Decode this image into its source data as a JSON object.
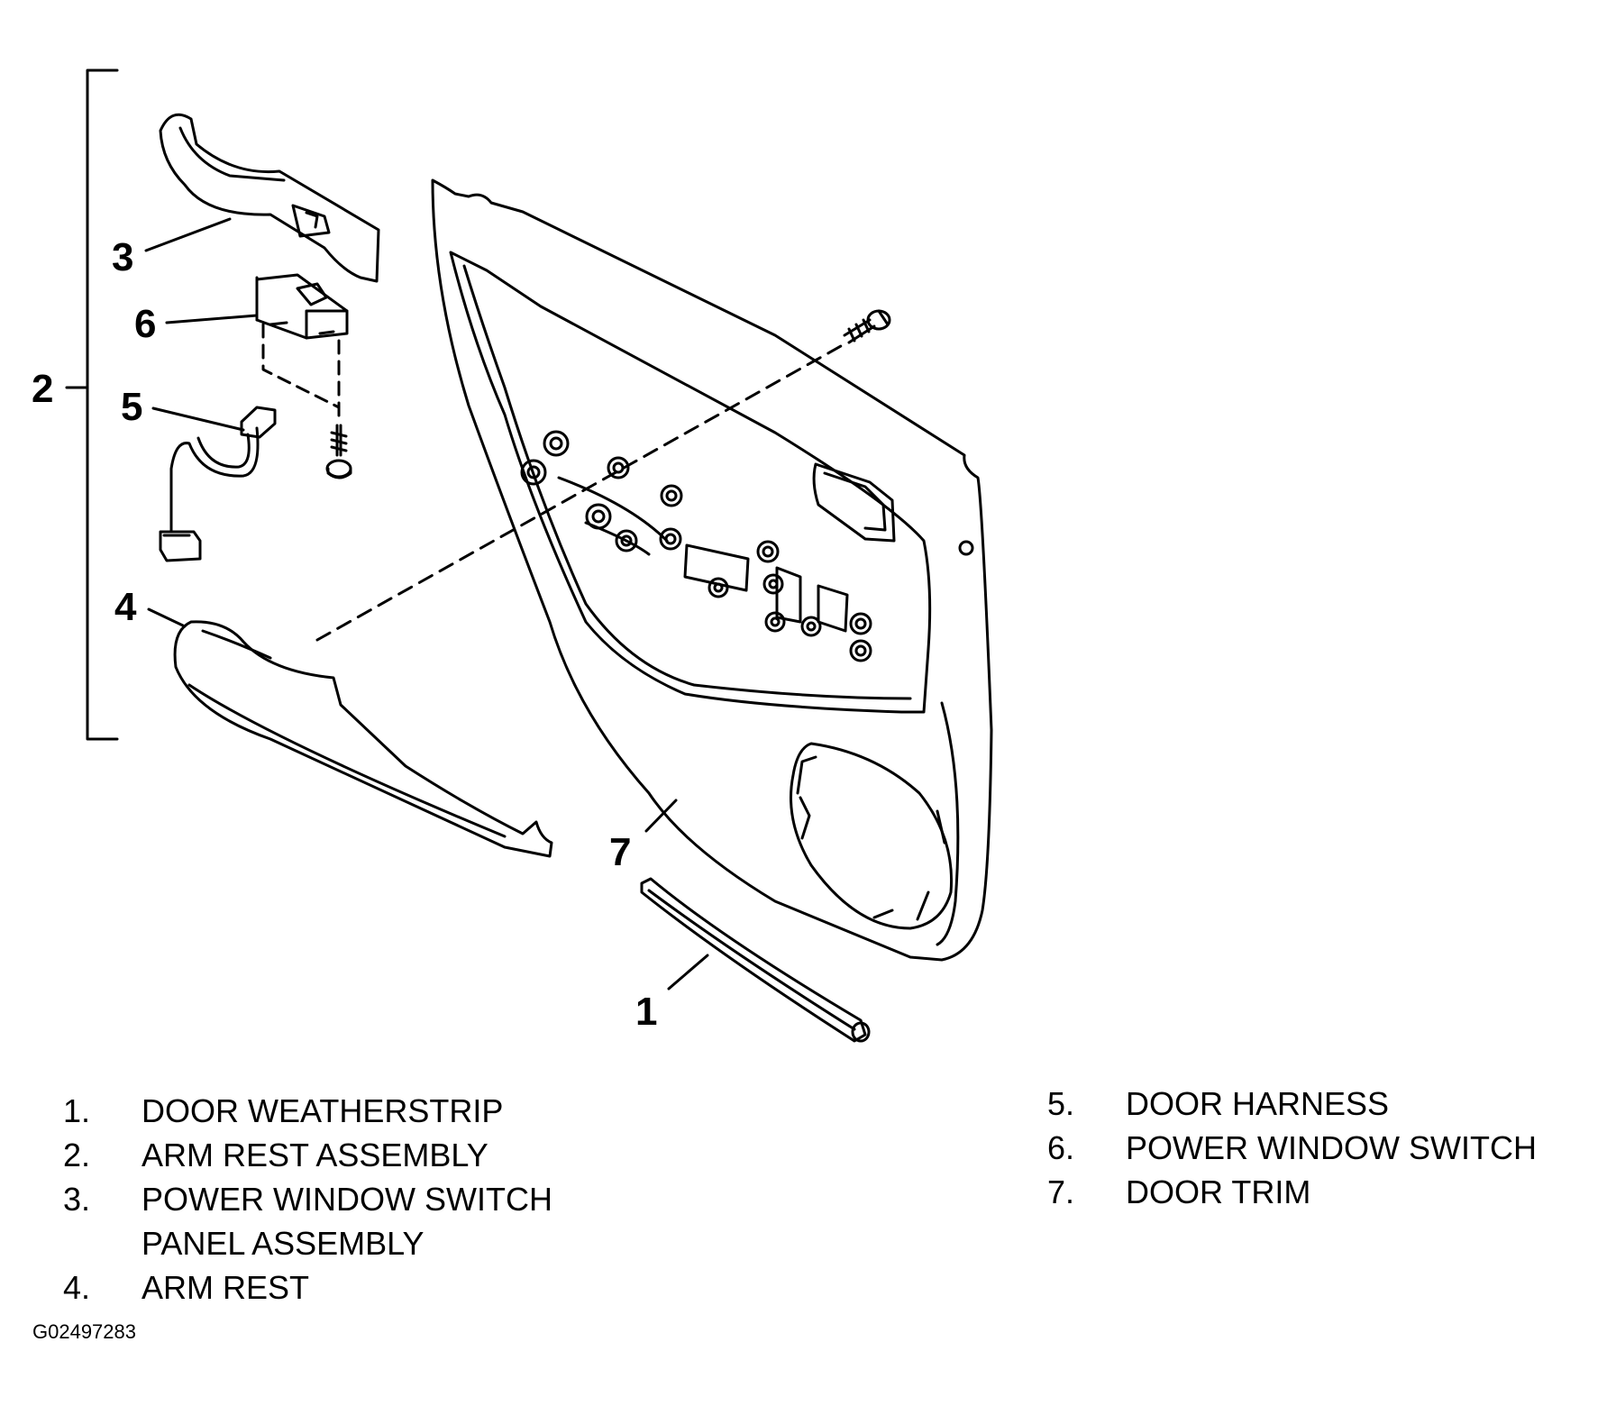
{
  "callouts": [
    "1",
    "2",
    "3",
    "4",
    "5",
    "6",
    "7"
  ],
  "legend": {
    "left": [
      {
        "num": "1.",
        "lines": [
          "DOOR WEATHERSTRIP"
        ]
      },
      {
        "num": "2.",
        "lines": [
          "ARM REST ASSEMBLY"
        ]
      },
      {
        "num": "3.",
        "lines": [
          "POWER WINDOW SWITCH",
          "PANEL ASSEMBLY"
        ]
      },
      {
        "num": "4.",
        "lines": [
          "ARM REST"
        ]
      }
    ],
    "right": [
      {
        "num": "5.",
        "lines": [
          "DOOR HARNESS"
        ]
      },
      {
        "num": "6.",
        "lines": [
          "POWER WINDOW SWITCH"
        ]
      },
      {
        "num": "7.",
        "lines": [
          "DOOR TRIM"
        ]
      }
    ]
  },
  "figure_code": "G02497283"
}
